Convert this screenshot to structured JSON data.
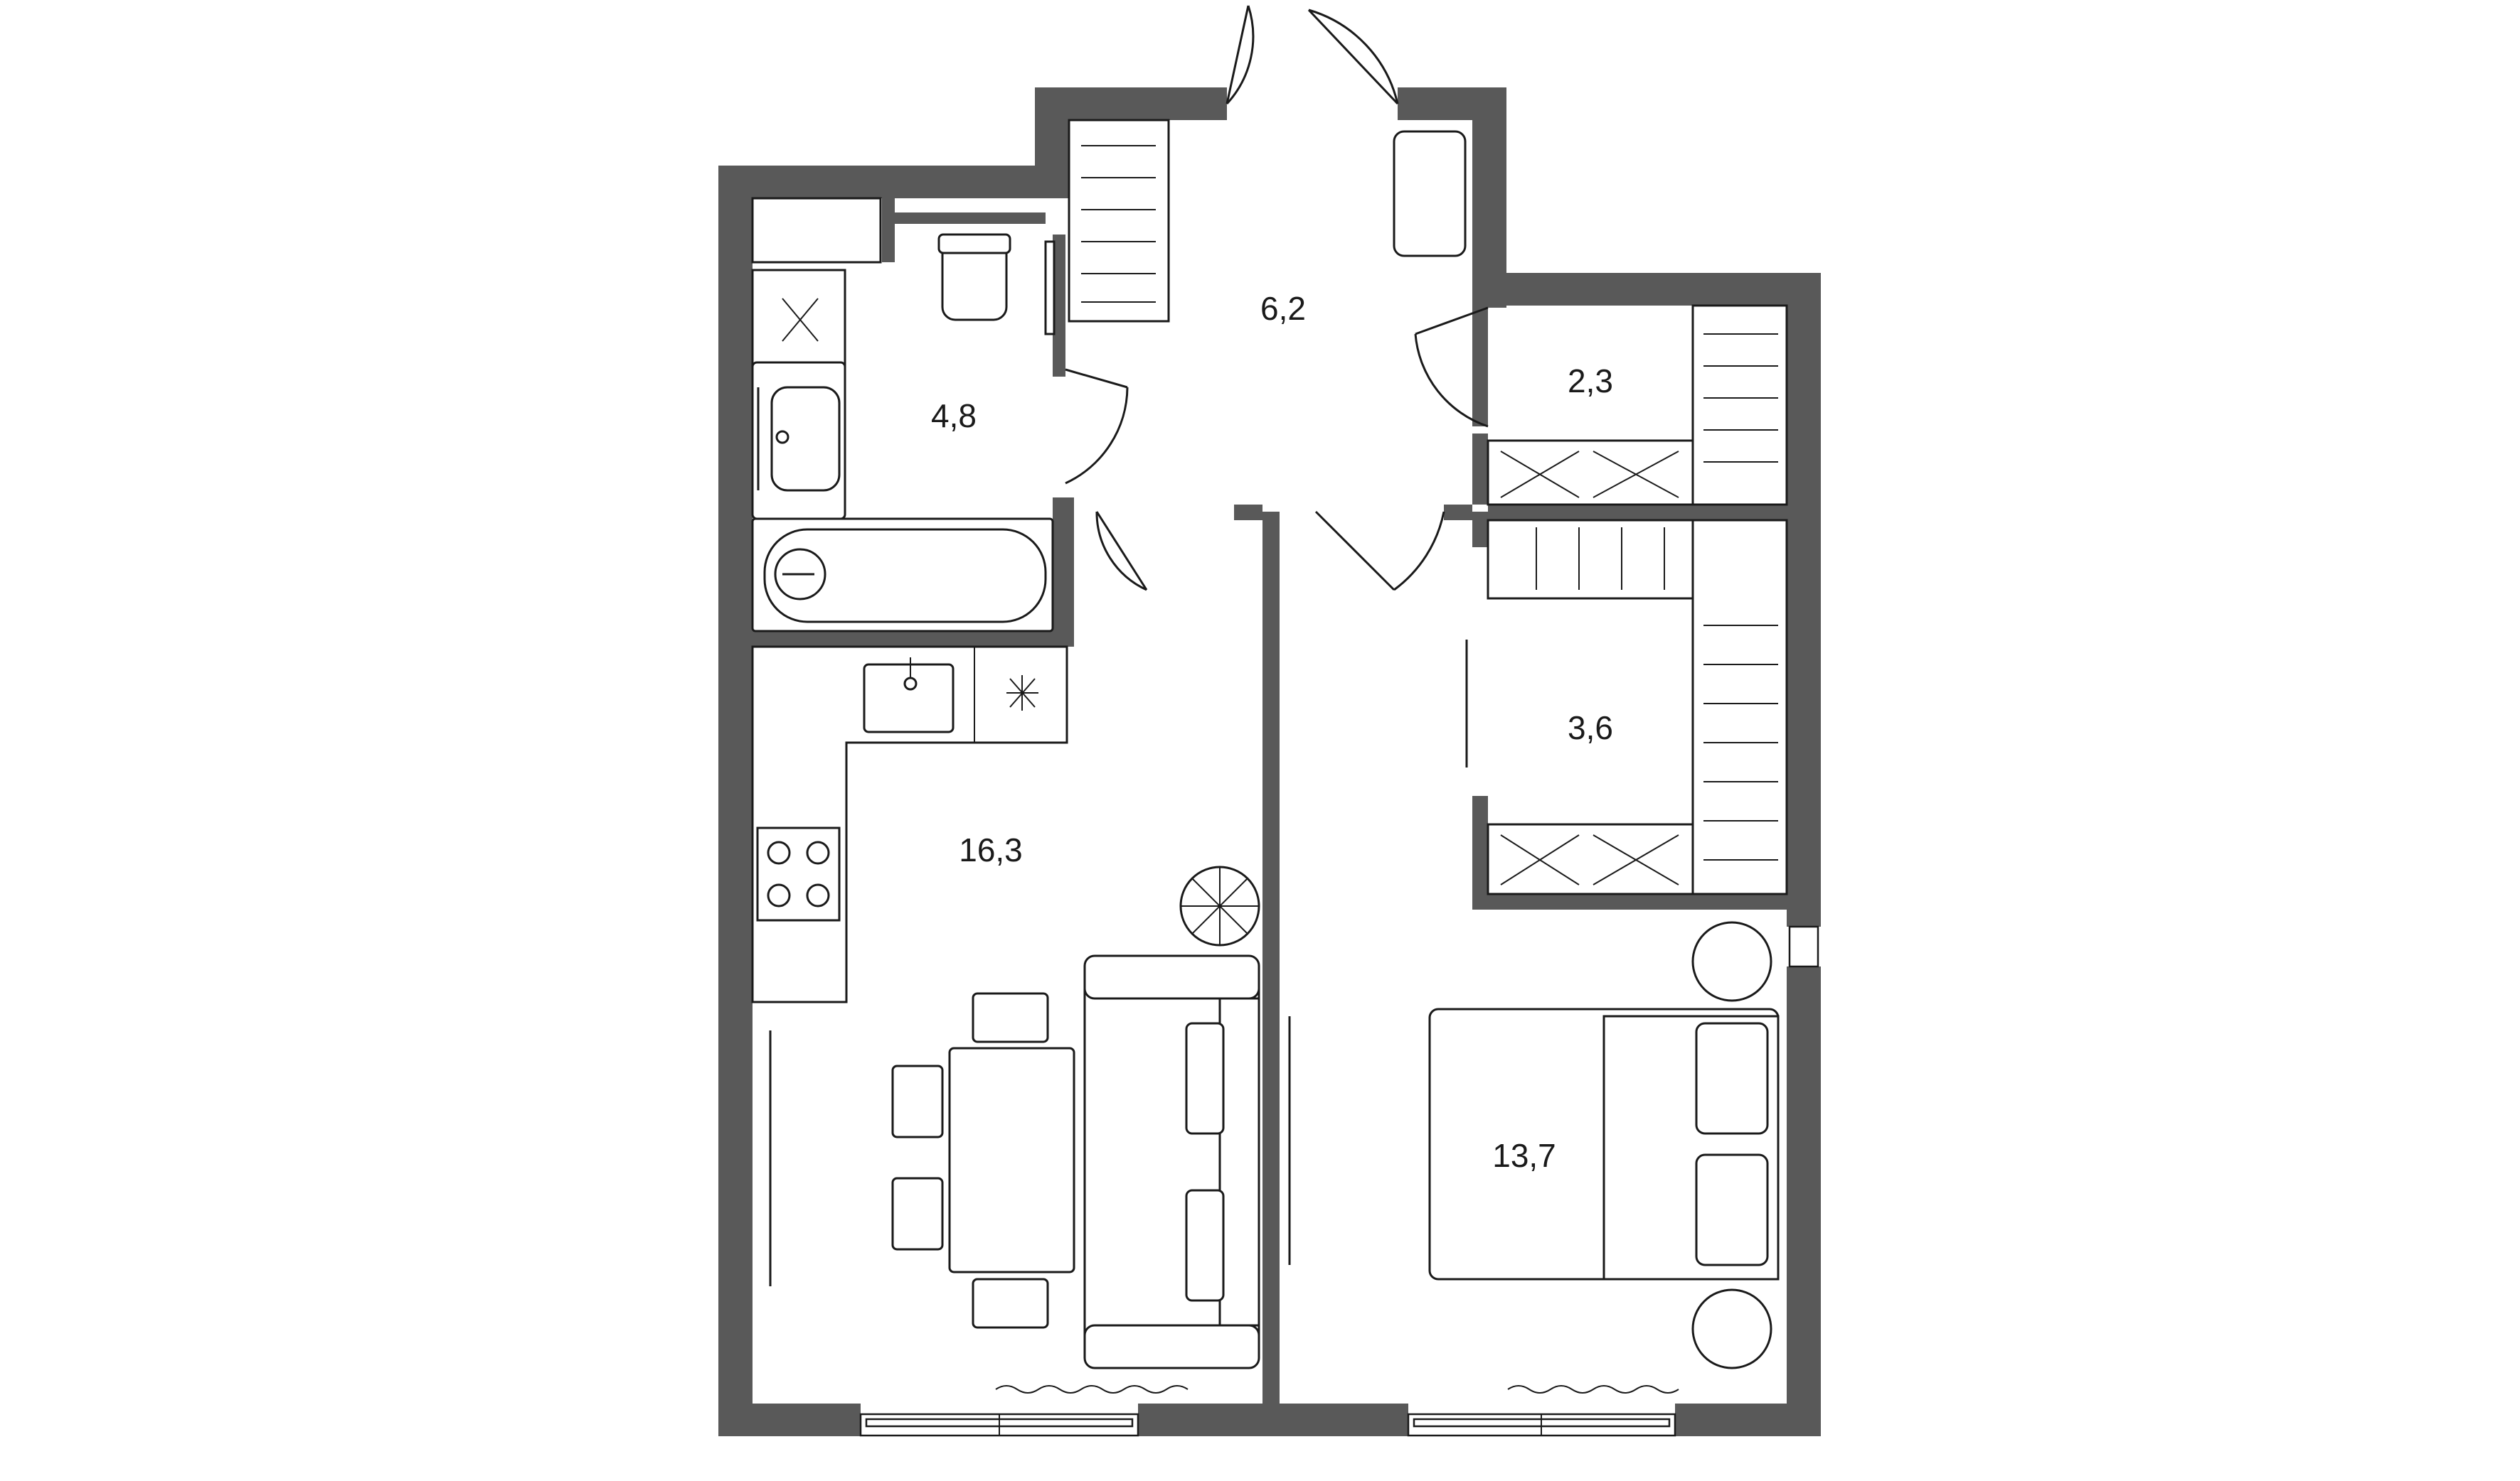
{
  "rooms": {
    "hall": {
      "area": "6,2"
    },
    "bathroom": {
      "area": "4,8"
    },
    "storage": {
      "area": "2,3"
    },
    "wardrobe": {
      "area": "3,6"
    },
    "kitchen_living": {
      "area": "16,3"
    },
    "bedroom": {
      "area": "13,7"
    }
  },
  "colors": {
    "wall": "#595959",
    "line": "#1a1a1a",
    "background": "#ffffff"
  }
}
